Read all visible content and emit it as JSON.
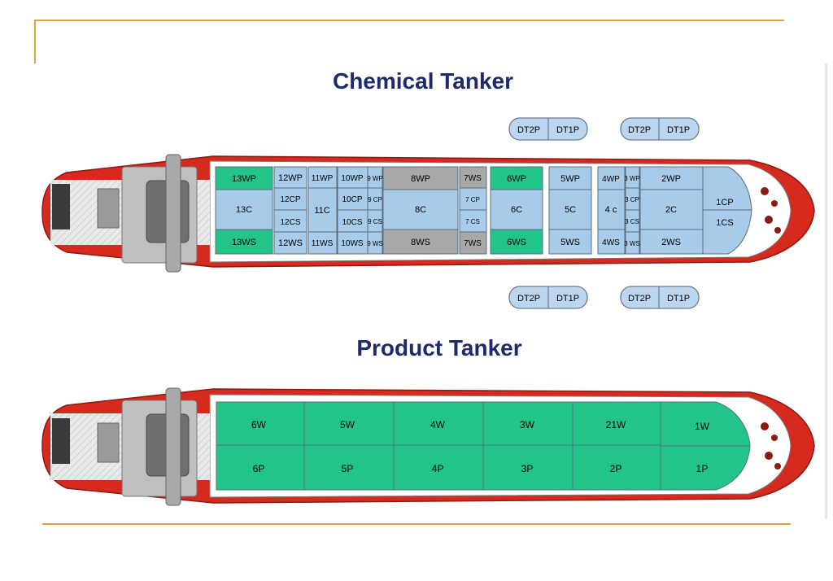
{
  "titles": {
    "chemical": "Chemical Tanker",
    "product": "Product Tanker"
  },
  "colors": {
    "hull_red": "#d62a1f",
    "tank_blue": "#a9cbea",
    "tank_green": "#22c48a",
    "tank_grey": "#a8a8a8",
    "title_navy": "#1f2a6b",
    "rule_gold": "#d9a441"
  },
  "deck_tanks": {
    "top": [
      "DT2P",
      "DT1P",
      "DT2P",
      "DT1P"
    ],
    "bottom": [
      "DT2P",
      "DT1P",
      "DT2P",
      "DT1P"
    ]
  },
  "chemical_tanks": {
    "t13": [
      "13WP",
      "13C",
      "13WS"
    ],
    "t12": [
      "12WP",
      "12CP",
      "12CS",
      "12WS"
    ],
    "t11": [
      "11WP",
      "11C",
      "11WS"
    ],
    "t10": [
      "10WP",
      "10CP",
      "10CS",
      "10WS"
    ],
    "t9": [
      "9 WP",
      "9 CP",
      "9 CS",
      "9 WS"
    ],
    "t8": [
      "8WP",
      "8C",
      "8WS"
    ],
    "t7": [
      "7WS",
      "7 CP",
      "7 CS",
      "7WS"
    ],
    "t6": [
      "6WP",
      "6C",
      "6WS"
    ],
    "t5": [
      "5WP",
      "5C",
      "5WS"
    ],
    "t4": [
      "4WP",
      "4 c",
      "4WS"
    ],
    "t3": [
      "3 WP",
      "3 CP",
      "3 CS",
      "3 WS"
    ],
    "t2": [
      "2WP",
      "2C",
      "2WS"
    ],
    "t1": [
      "1CP",
      "1CS"
    ]
  },
  "product_tanks": {
    "top": [
      "6W",
      "5W",
      "4W",
      "3W",
      "21W",
      "1W"
    ],
    "bottom": [
      "6P",
      "5P",
      "4P",
      "3P",
      "2P",
      "1P"
    ]
  }
}
